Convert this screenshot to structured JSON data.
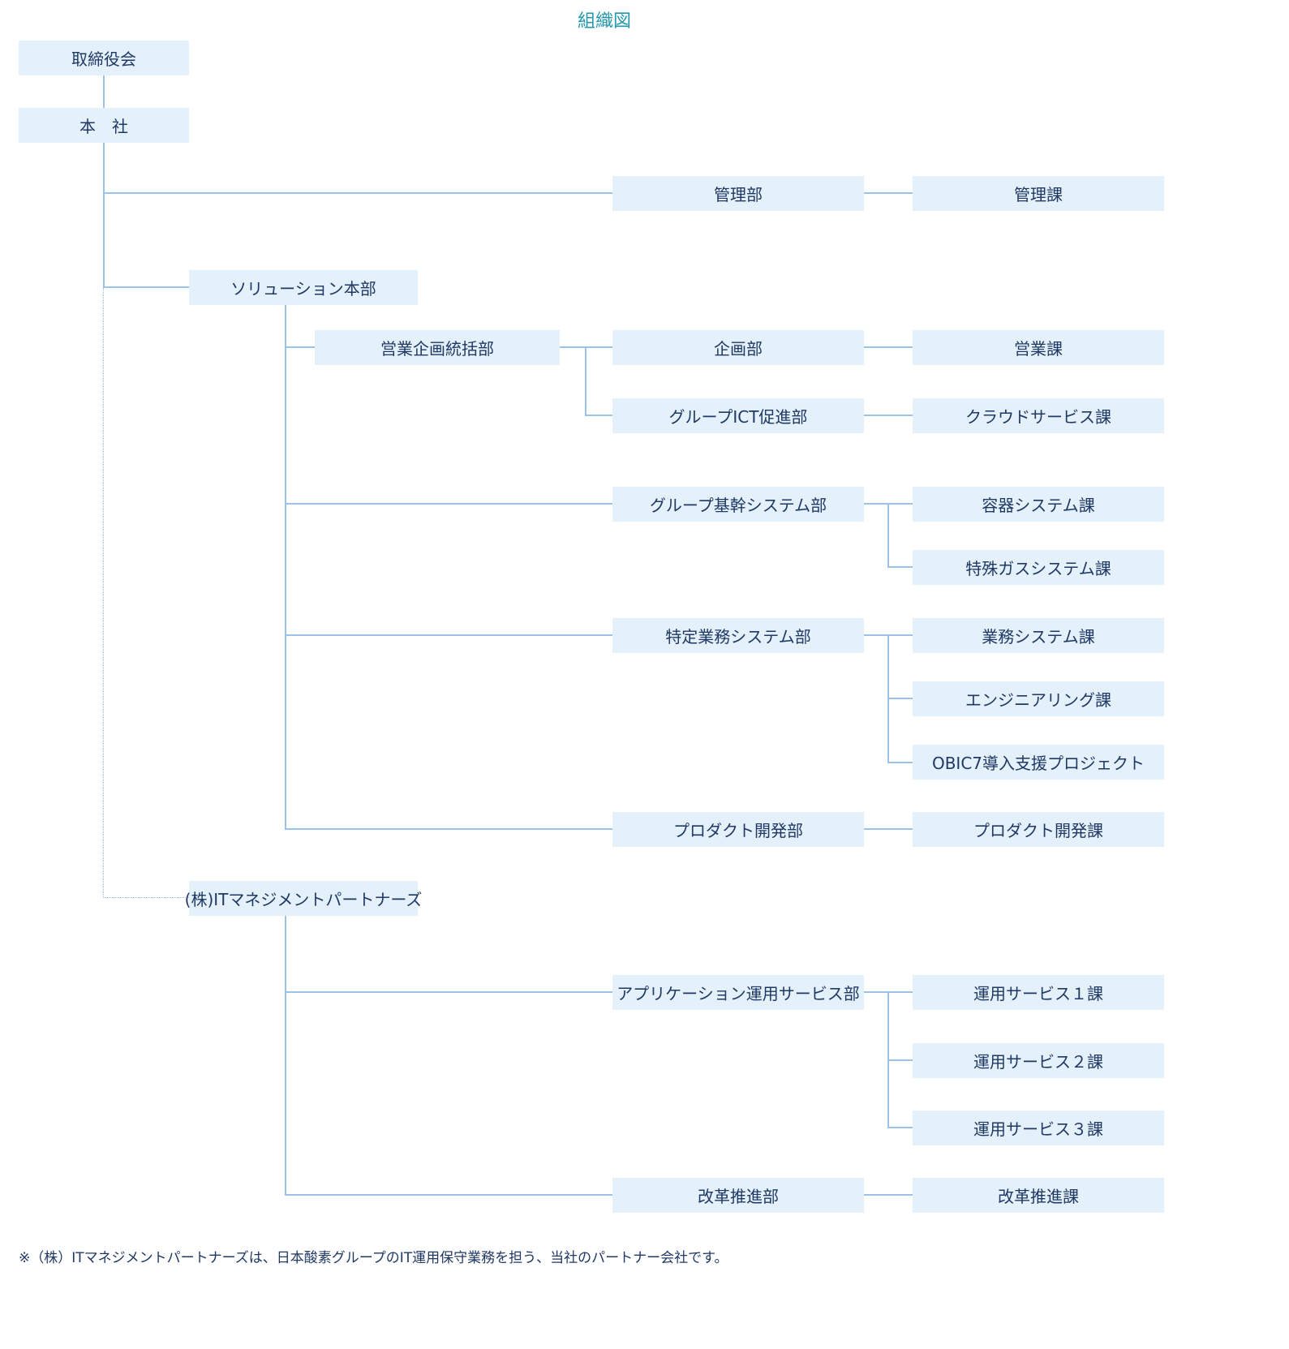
{
  "title": "組織図",
  "footnote": "※（株）ITマネジメントパートナーズは、日本酸素グループのIT運用保守業務を担う、当社のパートナー会社です。",
  "colors": {
    "title_color": "#2397ac",
    "box_fill": "#e4f1fb",
    "box_text": "#1f3864",
    "line_color": "#9cc2e5"
  },
  "nodes": {
    "board": {
      "label": "取締役会"
    },
    "head_office": {
      "label": "本　社"
    },
    "admin_dept": {
      "label": "管理部"
    },
    "admin_section": {
      "label": "管理課"
    },
    "solution_hq": {
      "label": "ソリューション本部"
    },
    "sales_planning_dept": {
      "label": "営業企画統括部"
    },
    "planning_dept": {
      "label": "企画部"
    },
    "sales_section": {
      "label": "営業課"
    },
    "group_ict_dept": {
      "label": "グループICT促進部"
    },
    "cloud_service_section": {
      "label": "クラウドサービス課"
    },
    "group_core_system_dept": {
      "label": "グループ基幹システム部"
    },
    "container_system_section": {
      "label": "容器システム課"
    },
    "special_gas_system_section": {
      "label": "特殊ガスシステム課"
    },
    "specific_business_system_dept": {
      "label": "特定業務システム部"
    },
    "business_system_section": {
      "label": "業務システム課"
    },
    "engineering_section": {
      "label": "エンジニアリング課"
    },
    "obic7_project": {
      "label": "OBIC7導入支援プロジェクト"
    },
    "product_dev_dept": {
      "label": "プロダクト開発部"
    },
    "product_dev_section": {
      "label": "プロダクト開発課"
    },
    "itmp": {
      "label": "(株)ITマネジメントパートナーズ"
    },
    "app_ops_service_dept": {
      "label": "アプリケーション運用サービス部"
    },
    "ops_service_1": {
      "label": "運用サービス１課"
    },
    "ops_service_2": {
      "label": "運用サービス２課"
    },
    "ops_service_3": {
      "label": "運用サービス３課"
    },
    "reform_promotion_dept": {
      "label": "改革推進部"
    },
    "reform_promotion_section": {
      "label": "改革推進課"
    }
  }
}
